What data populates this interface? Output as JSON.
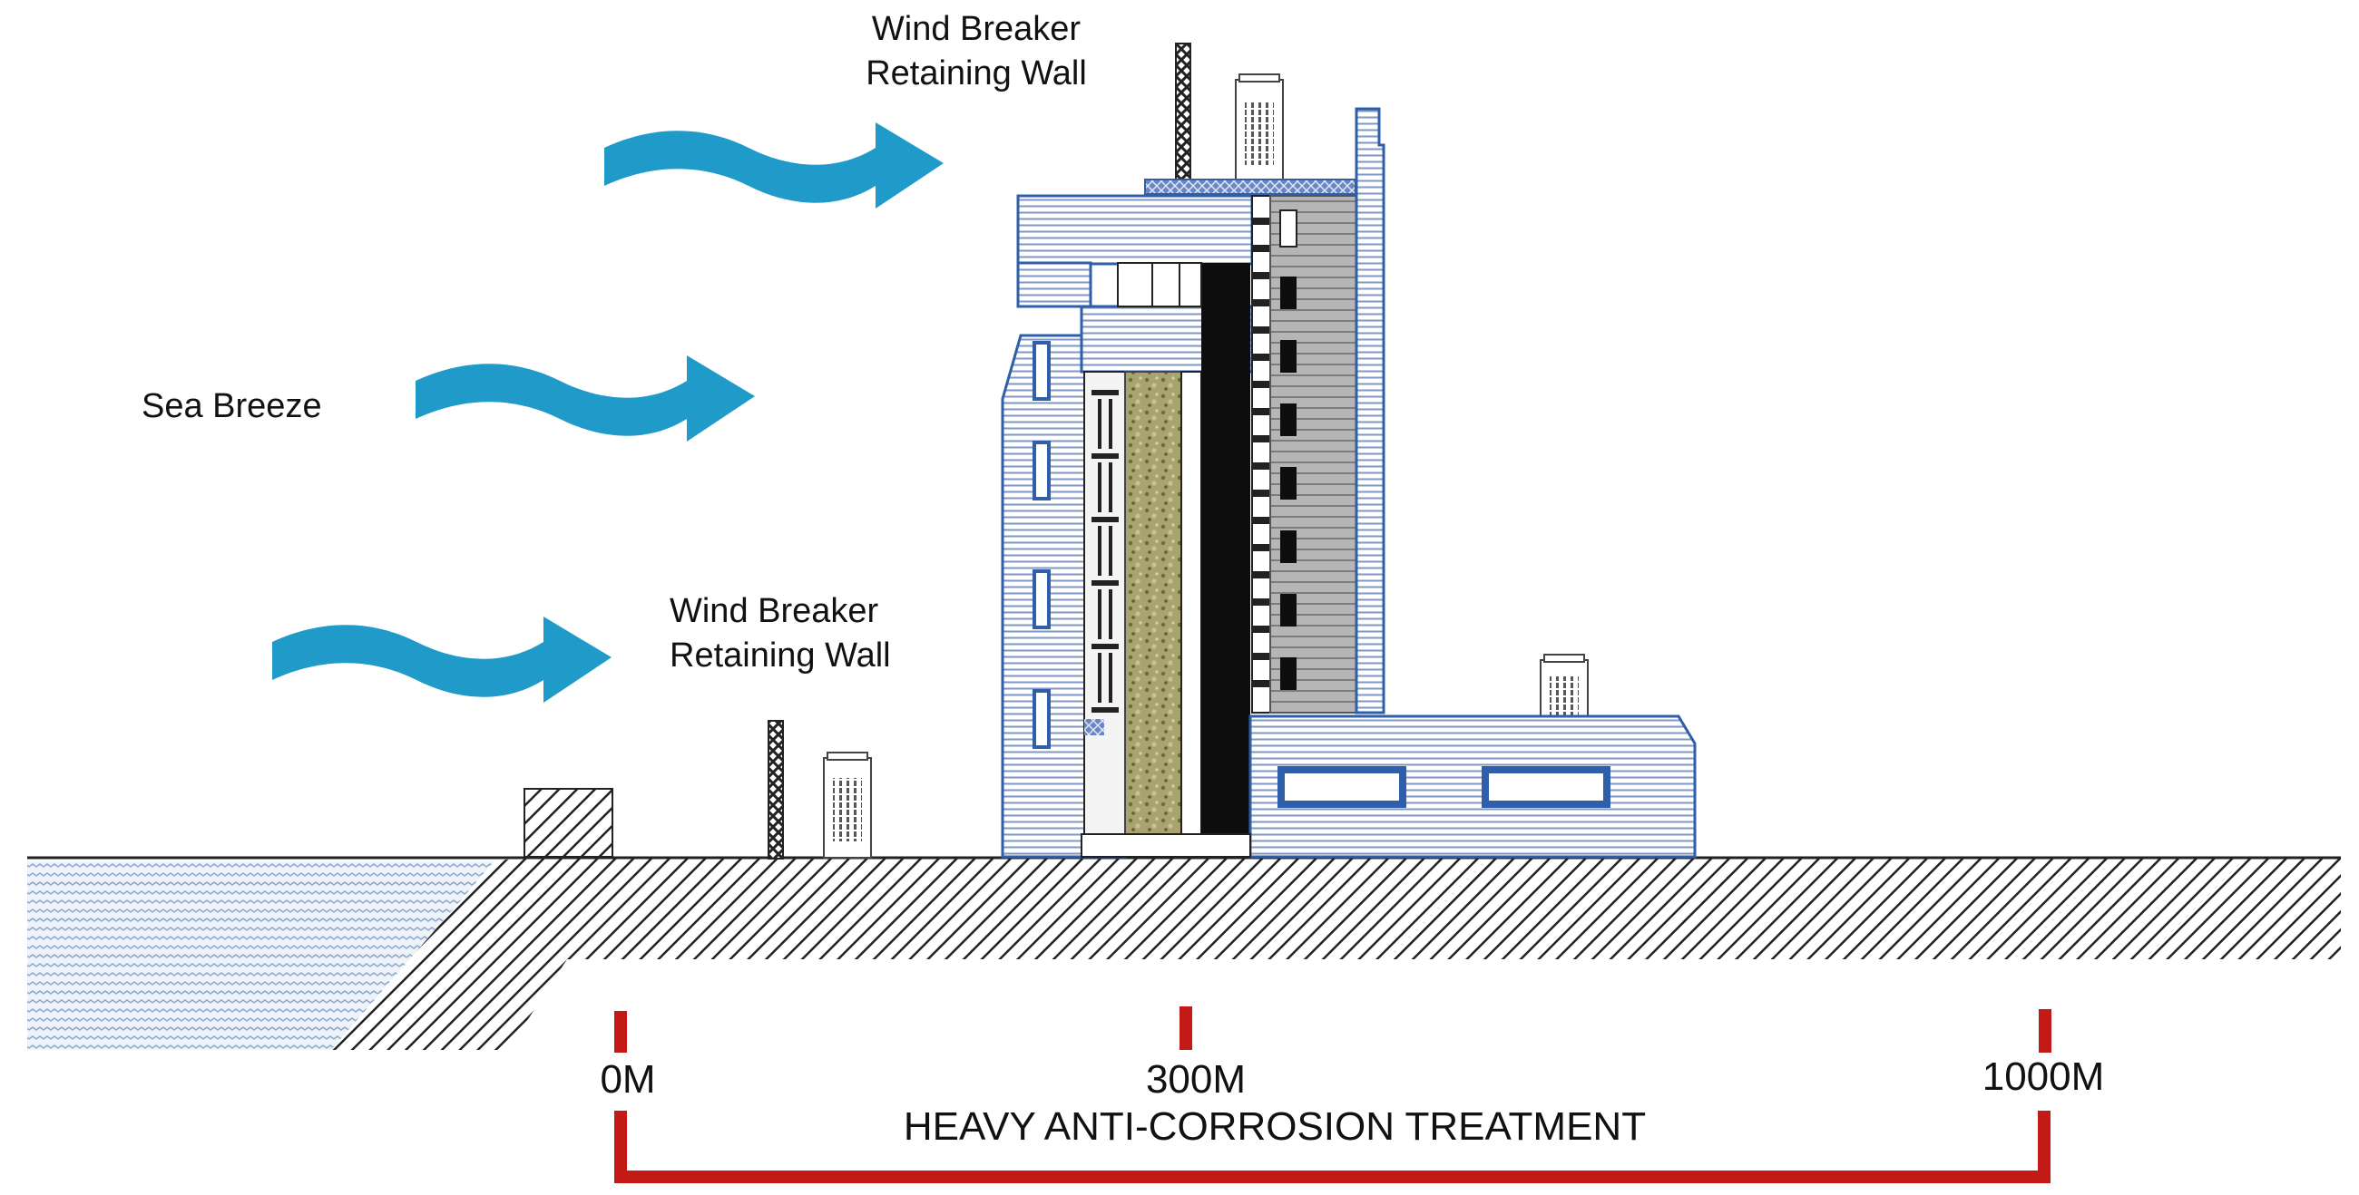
{
  "labels": {
    "top_wall_line1": "Wind Breaker",
    "top_wall_line2": "Retaining Wall",
    "mid_wall_line1": "Wind Breaker",
    "mid_wall_line2": "Retaining Wall",
    "sea_breeze": "Sea Breeze"
  },
  "scale": {
    "ticks": [
      "0M",
      "300M",
      "1000M"
    ],
    "caption": "HEAVY ANTI-CORROSION TREATMENT"
  },
  "colors": {
    "wind_arrow": "#1f9ac9",
    "building_blue": "#2e5fa8",
    "building_line": "#8fa6cf",
    "scale_red": "#c41a17",
    "ground_hatch": "#222222",
    "water": "#9ab4d4"
  }
}
